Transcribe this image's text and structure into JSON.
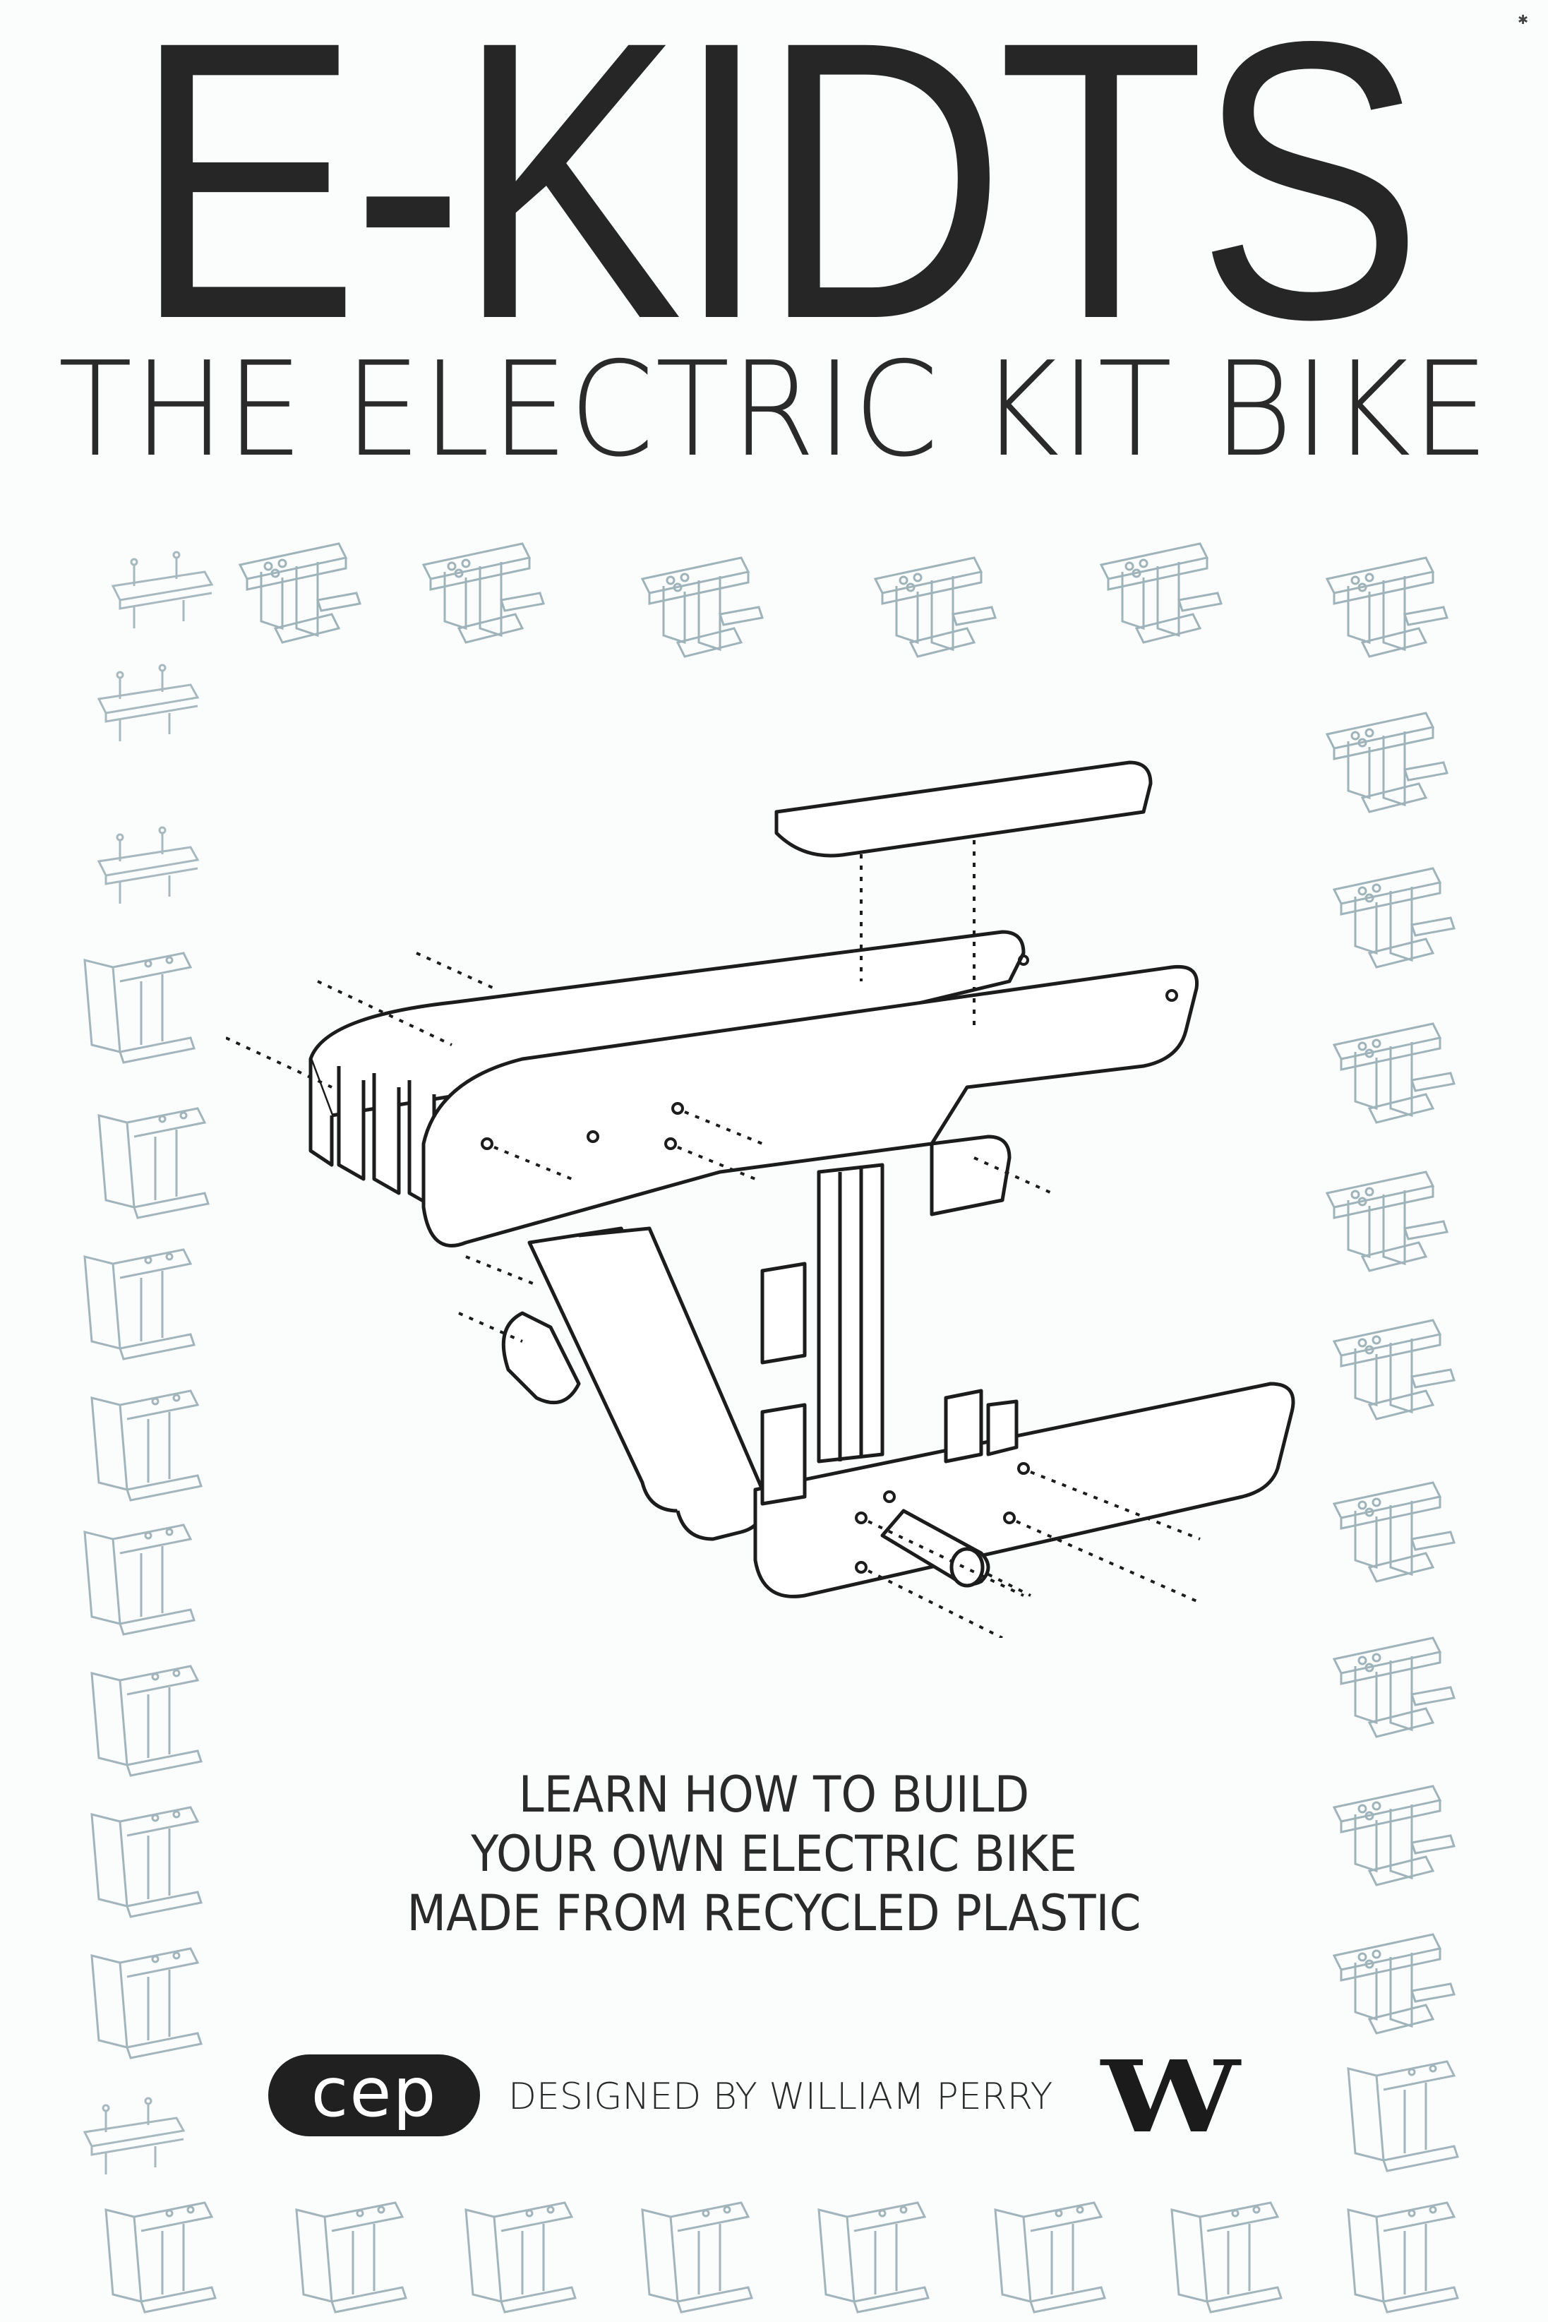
{
  "title": "E-KIDTS",
  "subtitle": "THE ELECTRIC KIT BIKE",
  "tagline": [
    "LEARN HOW TO BUILD",
    "YOUR OWN ELECTRIC BIKE",
    "MADE FROM RECYCLED PLASTIC"
  ],
  "footer": {
    "cep_logo_text": "cep",
    "credit": "DESIGNED BY WILLIAM PERRY",
    "w_logo_text": "W"
  },
  "colors": {
    "ink": "#262626",
    "thumb_line": "#8fa3ab",
    "background": "#fbfcfc"
  },
  "icons": [
    "cep-logo",
    "university-w-logo",
    "exploded-bike-frame-drawing",
    "assembly-step-thumbnail"
  ]
}
